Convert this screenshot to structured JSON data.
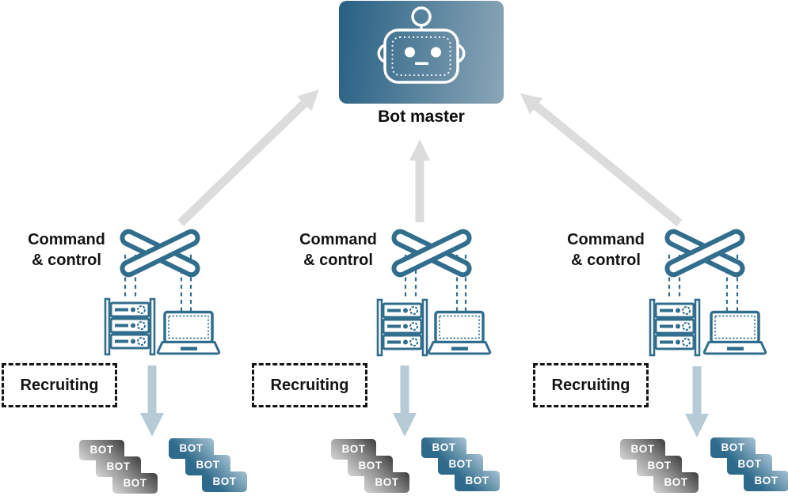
{
  "bot_master": {
    "label": "Bot master",
    "icon": "robot-icon"
  },
  "sections": [
    {
      "id": "left",
      "command_control": {
        "line1": "Command",
        "line2": "& control",
        "icon": "network-switch-icon"
      },
      "devices": [
        "server-rack-icon",
        "laptop-icon"
      ],
      "recruiting": {
        "label": "Recruiting"
      },
      "bot_stacks": {
        "gray": [
          "BOT",
          "BOT",
          "BOT"
        ],
        "blue": [
          "BOT",
          "BOT",
          "BOT"
        ]
      }
    },
    {
      "id": "middle",
      "command_control": {
        "line1": "Command",
        "line2": "& control",
        "icon": "network-switch-icon"
      },
      "devices": [
        "server-rack-icon",
        "laptop-icon"
      ],
      "recruiting": {
        "label": "Recruiting"
      },
      "bot_stacks": {
        "gray": [
          "BOT",
          "BOT",
          "BOT"
        ],
        "blue": [
          "BOT",
          "BOT",
          "BOT"
        ]
      }
    },
    {
      "id": "right",
      "command_control": {
        "line1": "Command",
        "line2": "& control",
        "icon": "network-switch-icon"
      },
      "devices": [
        "server-rack-icon",
        "laptop-icon"
      ],
      "recruiting": {
        "label": "Recruiting"
      },
      "bot_stacks": {
        "gray": [
          "BOT",
          "BOT",
          "BOT"
        ],
        "blue": [
          "BOT",
          "BOT",
          "BOT"
        ]
      }
    }
  ],
  "icons": {
    "bot_master": "robot-icon",
    "relay": "network-switch-icon",
    "devices": [
      "server-rack-icon",
      "laptop-icon"
    ],
    "uplink": "uplink-arrow",
    "download": "download-arrow"
  },
  "colors": {
    "teal": "#316d8d",
    "uplink_arrow_gray": "#dcdcdc",
    "download_arrow_blue": "#b7cbd7",
    "bot_master_gradient": [
      "#276083",
      "#8ba6b7"
    ],
    "bot_gray_gradient": [
      "#d6d6d6",
      "#3c3c3c"
    ],
    "bot_blue_gradient": [
      "#2e6a8b",
      "#a9c4d3"
    ],
    "text": "#111111"
  }
}
